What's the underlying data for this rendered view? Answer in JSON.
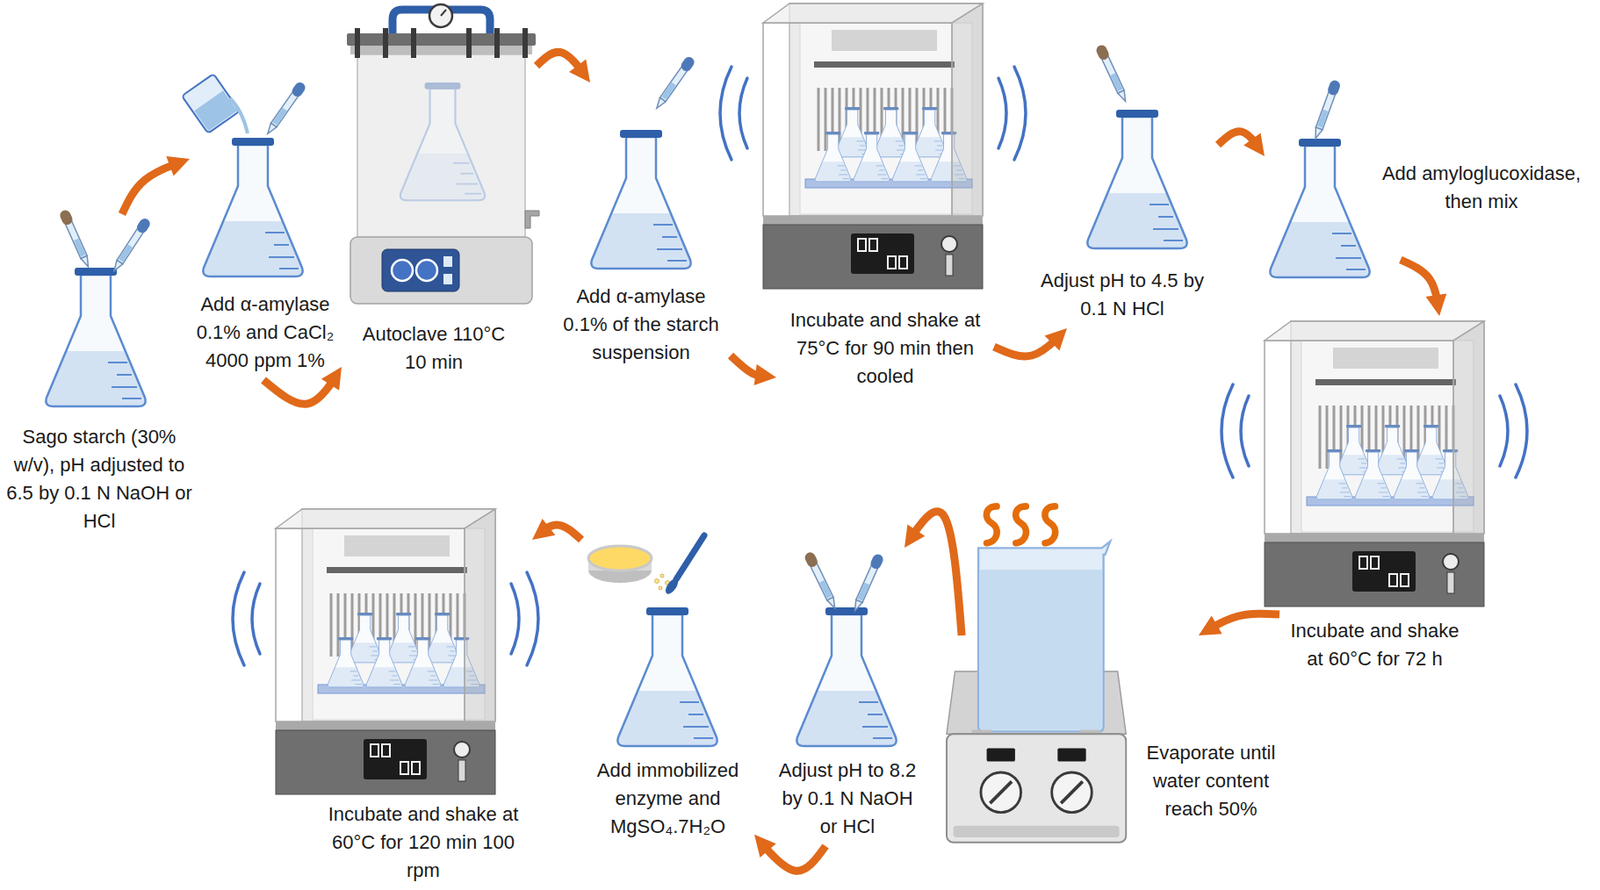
{
  "diagram": {
    "nodes": [
      {
        "text": [
          "Sago starch (30% w/v), pH adjusted to 6.5 by 0.1 N NaOH or HCl"
        ]
      },
      {
        "text": [
          "Add α-amylase 0.1% and CaCl₂ 4000 ppm 1%"
        ]
      },
      {
        "text": [
          "Autoclave 110°C 10 min"
        ]
      },
      {
        "text": [
          "Add α-amylase 0.1% of the starch suspension"
        ]
      },
      {
        "text": [
          "Incubate and shake at 75°C for 90 min then cooled"
        ]
      },
      {
        "text": [
          "Adjust pH to 4.5 by 0.1 N HCl"
        ]
      },
      {
        "text": [
          "Add amyloglucoxidase, then mix"
        ]
      },
      {
        "text": [
          "Incubate and shake at 60°C for 72 h"
        ]
      },
      {
        "text": [
          "Evaporate until water content reach 50%"
        ]
      },
      {
        "text": [
          "Adjust pH to 8.2 by 0.1 N NaOH or HCl"
        ]
      },
      {
        "text": [
          "Add immobilized enzyme and MgSO₄.7H₂O"
        ]
      },
      {
        "text": [
          "Incubate and shake at 60°C for 120 min 100 rpm"
        ]
      }
    ],
    "edges": [
      {
        "from": 0,
        "to": 1,
        "arrow": "to"
      },
      {
        "from": 1,
        "to": 2,
        "arrow": "to"
      },
      {
        "from": 2,
        "to": 3,
        "arrow": "to"
      },
      {
        "from": 3,
        "to": 4,
        "arrow": "to"
      },
      {
        "from": 4,
        "to": 5,
        "arrow": "to"
      },
      {
        "from": 5,
        "to": 6,
        "arrow": "to"
      },
      {
        "from": 6,
        "to": 7,
        "arrow": "to"
      },
      {
        "from": 7,
        "to": 8,
        "arrow": "to"
      },
      {
        "from": 8,
        "to": 9,
        "arrow": "to"
      },
      {
        "from": 9,
        "to": 10,
        "arrow": "to"
      },
      {
        "from": 10,
        "to": 11,
        "arrow": "to"
      }
    ]
  }
}
